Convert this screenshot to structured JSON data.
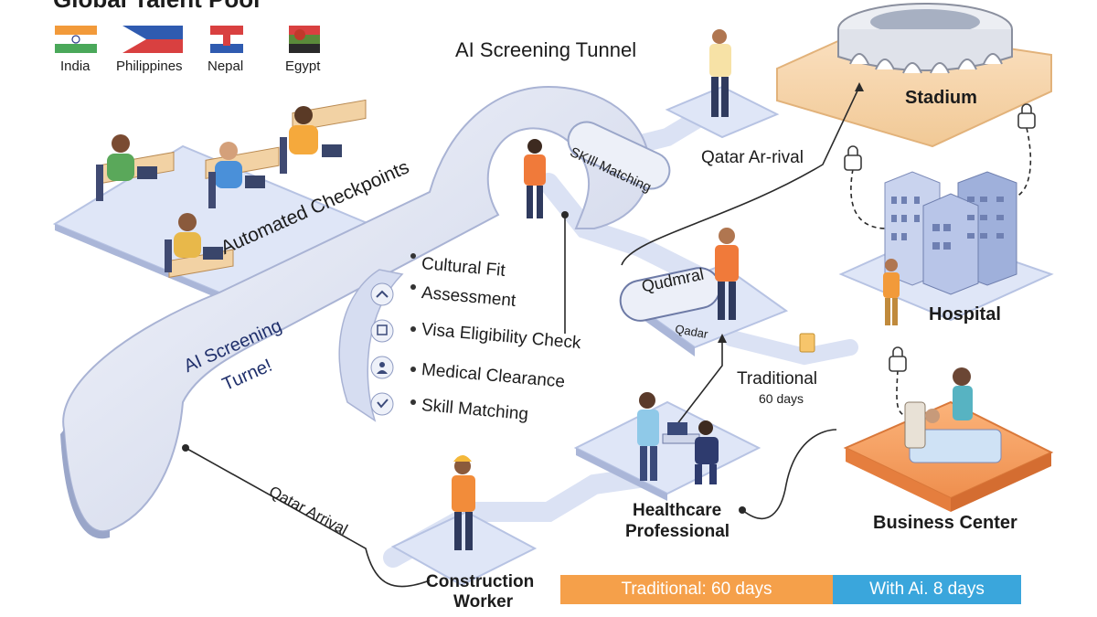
{
  "header": {
    "title": "Global Talent Pool"
  },
  "source_countries": [
    {
      "name": "India"
    },
    {
      "name": "Philippines"
    },
    {
      "name": "Nepal"
    },
    {
      "name": "Egypt"
    }
  ],
  "tunnel": {
    "top_title": "AI Screening Tunnel",
    "side_label_line1": "AI Screening",
    "side_label_line2": "Turne!",
    "arc_label": "Automated Checkpoints",
    "inner_label": "SKIll Matching"
  },
  "checkpoints": [
    {
      "label": "Cultural Fit"
    },
    {
      "label": "Assessment"
    },
    {
      "label": "Visa Eligibility Check"
    },
    {
      "label": "Medical Clearance"
    },
    {
      "label": "Skill Matching"
    }
  ],
  "hub": {
    "sign_top": "Qudmral",
    "sign_bottom": "Qadar"
  },
  "labels": {
    "qatar_arrival_top": "Qatar Ar-rival",
    "qatar_arrival_bottom": "Qatar Arrival",
    "traditional": "Traditional",
    "traditional_days": "60 days",
    "construction_line1": "Construction",
    "construction_line2": "Worker",
    "healthcare_line1": "Healthcare",
    "healthcare_line2": "Professional"
  },
  "destinations": {
    "stadium": "Stadium",
    "hospital": "Hospital",
    "business_center": "Business Center"
  },
  "comparison": {
    "traditional_label": "Traditional: 60 days",
    "traditional_days": 60,
    "ai_label": "With Ai. 8 days",
    "ai_days": 8,
    "traditional_color": "#f5a04a",
    "ai_color": "#3aa6dc"
  },
  "colors": {
    "platform": "#dfe6f7",
    "tunnel": "#e6eaf5",
    "text_dark": "#1c1c1c",
    "accent_navy": "#1f2f6b"
  },
  "icons": [
    "lock-icon",
    "checkmark-icon",
    "person-icon",
    "document-icon",
    "briefcase-icon"
  ]
}
